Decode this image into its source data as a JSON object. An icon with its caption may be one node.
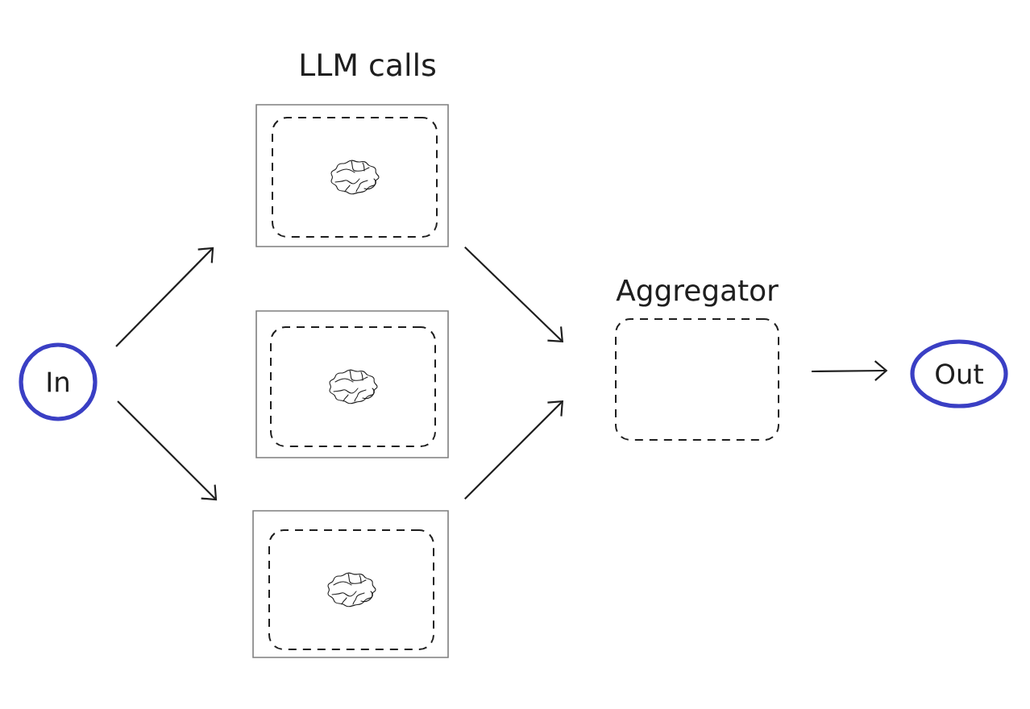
{
  "diagram": {
    "nodes": [
      {
        "text": [
          "In"
        ]
      },
      {
        "text": [],
        "shape": "box"
      },
      {
        "text": [],
        "shape": "box",
        "in": 1
      },
      {
        "text": [],
        "shape": "box"
      },
      {
        "text": [],
        "shape": "box",
        "in": 3
      },
      {
        "text": [],
        "shape": "box"
      },
      {
        "text": [],
        "shape": "box",
        "in": 5
      },
      {
        "text": [
          "Aggregator"
        ]
      },
      {
        "text": [
          "Out"
        ]
      }
    ],
    "edges": [
      {
        "from": 0,
        "to": 1,
        "arrow": "to"
      },
      {
        "from": 0,
        "to": 5,
        "arrow": "to"
      },
      {
        "from": 1,
        "to": 7,
        "arrow": "to"
      },
      {
        "from": 5,
        "to": 7,
        "arrow": "to"
      },
      {
        "from": 7,
        "to": 8,
        "arrow": "to"
      }
    ],
    "labels": [
      "LLM calls"
    ]
  }
}
